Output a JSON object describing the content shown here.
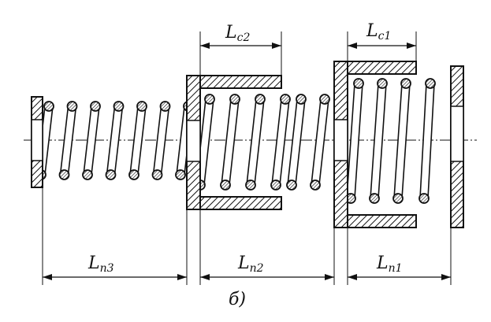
{
  "figure": {
    "caption": "б)",
    "dimensions": {
      "lc2": {
        "main": "L",
        "sub": "c2"
      },
      "lc1": {
        "main": "L",
        "sub": "c1"
      },
      "ln3": {
        "main": "L",
        "sub": "n3"
      },
      "ln2": {
        "main": "L",
        "sub": "n2"
      },
      "ln1": {
        "main": "L",
        "sub": "n1"
      }
    }
  },
  "colors": {
    "ink": "#111111",
    "paper": "#ffffff"
  }
}
